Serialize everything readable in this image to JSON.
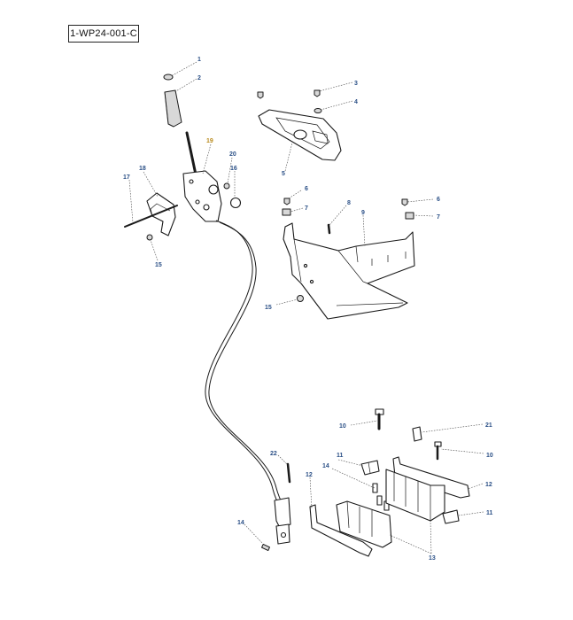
{
  "reference_code": "1-WP24-001-C",
  "callouts": {
    "c1": "1",
    "c2": "2",
    "c3": "3",
    "c4": "4",
    "c5": "5",
    "c6a": "6",
    "c6b": "6",
    "c7a": "7",
    "c7b": "7",
    "c8": "8",
    "c9": "9",
    "c10a": "10",
    "c10b": "10",
    "c11a": "11",
    "c11b": "11",
    "c12a": "12",
    "c12b": "12",
    "c13": "13",
    "c14a": "14",
    "c14b": "14",
    "c15a": "15",
    "c15b": "15",
    "c16": "16",
    "c17": "17",
    "c18": "18",
    "c19": "19",
    "c20": "20",
    "c21": "21",
    "c22": "22"
  },
  "colors": {
    "callout_text": "#2a4f86",
    "highlight_callout": "#b98a1b",
    "line_art": "#1a1a1a"
  }
}
